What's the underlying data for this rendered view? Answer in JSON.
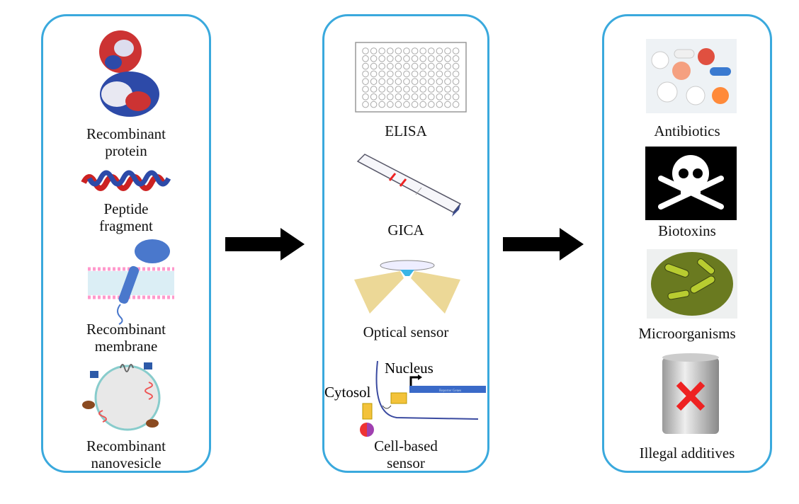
{
  "colors": {
    "panel_border": "#3aa9dd",
    "arrow": "#000000"
  },
  "left": {
    "items": [
      {
        "label1": "Recombinant",
        "label2": "protein",
        "icon": "protein-structure"
      },
      {
        "label1": "Peptide",
        "label2": "fragment",
        "icon": "peptide-helix"
      },
      {
        "label1": "Recombinant",
        "label2": "membrane",
        "icon": "membrane-receptor"
      },
      {
        "label1": "Recombinant",
        "label2": "nanovesicle",
        "icon": "nanovesicle"
      }
    ]
  },
  "middle": {
    "items": [
      {
        "label": "ELISA",
        "icon": "well-plate"
      },
      {
        "label": "GICA",
        "icon": "test-strip"
      },
      {
        "label": "Optical sensor",
        "icon": "optical-sensor"
      },
      {
        "label1": "Cell-based",
        "label2": "sensor",
        "icon": "cell-sensor",
        "nucleus": "Nucleus",
        "cytosol": "Cytosol",
        "reporter": "Reporter Genes"
      }
    ]
  },
  "right": {
    "items": [
      {
        "label": "Antibiotics",
        "icon": "pills"
      },
      {
        "label": "Biotoxins",
        "icon": "skull-crossbones"
      },
      {
        "label": "Microorganisms",
        "icon": "bacteria"
      },
      {
        "label": "Illegal additives",
        "icon": "can-with-x"
      }
    ]
  }
}
